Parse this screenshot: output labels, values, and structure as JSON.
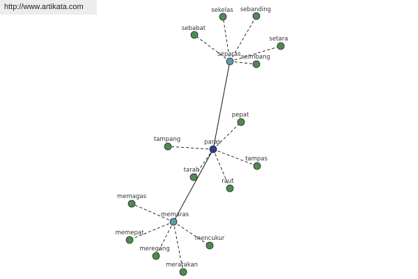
{
  "banner": {
    "url_text": "http://www.artikata.com"
  },
  "colors": {
    "leaf": "#4f8a4f",
    "hub": "#5a9aa8",
    "center": "#2e3f8f",
    "node_stroke": "#2a2a2a",
    "edge": "#111111"
  },
  "graph": {
    "center": "paras",
    "hubs": [
      "separas",
      "memaras"
    ],
    "main_edges": [
      [
        "separas",
        "paras"
      ],
      [
        "paras",
        "memaras"
      ]
    ],
    "neighbors": {
      "separas": [
        "sebabat",
        "sekelas",
        "sebanding",
        "setara",
        "seimbang"
      ],
      "paras": [
        "tampang",
        "pepat",
        "tampas",
        "raut",
        "tarah"
      ],
      "memaras": [
        "memagas",
        "memepat",
        "meregang",
        "meratakan",
        "mencukur"
      ]
    }
  }
}
